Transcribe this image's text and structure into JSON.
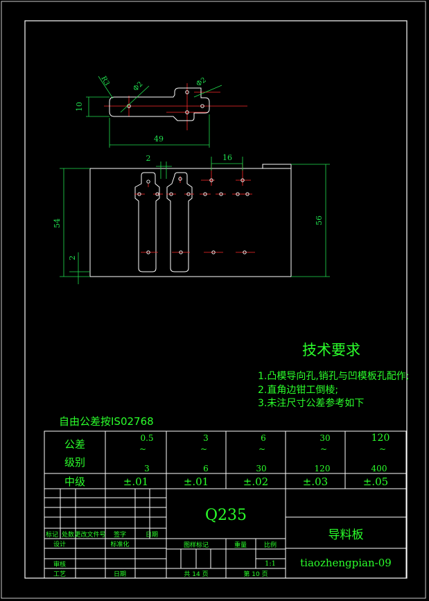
{
  "colors": {
    "background": "#000000",
    "line": "#ffffff",
    "dimension": "#21e14f",
    "centerline": "#ff2a2a",
    "table_text": "#ffffff",
    "note_text": "#2bff2b"
  },
  "top_view": {
    "dim_width": "10",
    "dim_length": "49",
    "radius": "R3",
    "hole_left": "Ф2",
    "hole_right": "Ф2"
  },
  "front_view": {
    "dim_gap": "2",
    "dim_pitch": "16",
    "dim_height_left": "54",
    "dim_bottom": "2",
    "dim_height_right": "56"
  },
  "tech_notes": {
    "title": "技术要求",
    "items": [
      "1.凸模导向孔,销孔与凹模板孔配作;",
      "2.直角边钳工倒棱;",
      "3.未注尺寸公差参考如下"
    ]
  },
  "tolerance": {
    "caption": "自由公差按IS02768",
    "row_header_line1": "公差",
    "row_header_line2": "级别",
    "ranges": [
      {
        "from": "0.5",
        "to": "3"
      },
      {
        "from": "3",
        "to": "6"
      },
      {
        "from": "6",
        "to": "30"
      },
      {
        "from": "30",
        "to": "120"
      },
      {
        "from": "120",
        "to": "400"
      }
    ],
    "tilde": "~",
    "grade_label": "中级",
    "values": [
      "±.01",
      "±.01",
      "±.02",
      "±.03",
      "±.05"
    ]
  },
  "title_block": {
    "material": "Q235",
    "part_name": "导料板",
    "drawing_no": "tiaozhengpian-09",
    "header_labels": [
      "标记",
      "处数",
      "更改文件号",
      "签字",
      "日期"
    ],
    "design": "设计",
    "standard": "标准化",
    "review": "审核",
    "process": "工艺",
    "date": "日期",
    "stage_mark": "图样标记",
    "weight": "重量",
    "scale_label": "比例",
    "scale_value": "1:1",
    "total_sheets": "共 14 页",
    "sheet_no": "第 10 页"
  }
}
